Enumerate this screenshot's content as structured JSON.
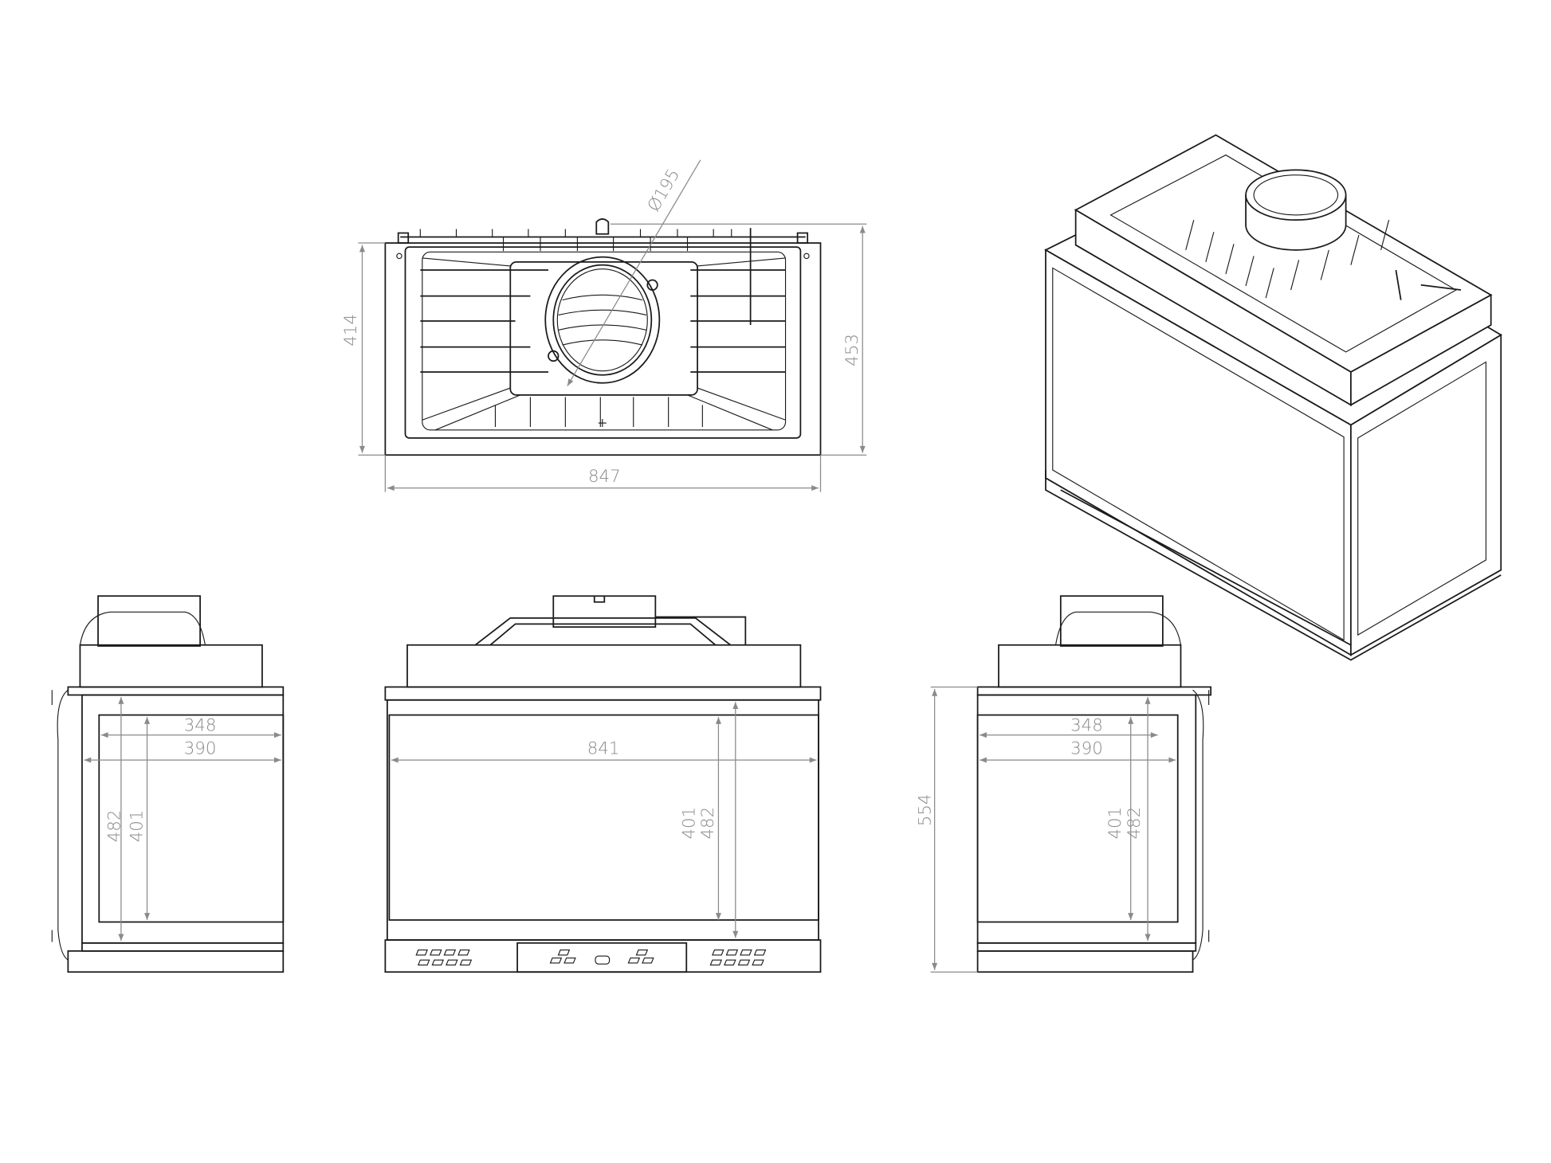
{
  "drawing": {
    "top_view": {
      "depth_inner": "414",
      "depth_outer": "453",
      "width": "847",
      "flue_diameter": "Ø195"
    },
    "left_side_view": {
      "glass_width": "348",
      "opening_width": "390",
      "height_outer": "482",
      "height_glass": "401"
    },
    "front_view": {
      "glass_width": "841",
      "height_glass": "401",
      "height_outer": "482"
    },
    "right_side_view": {
      "glass_width": "348",
      "opening_width": "390",
      "height_glass": "401",
      "height_outer": "482",
      "total_height": "554"
    }
  },
  "colors": {
    "line": "#1a1a1a",
    "dimension": "#8a8a8a",
    "background": "#ffffff"
  }
}
